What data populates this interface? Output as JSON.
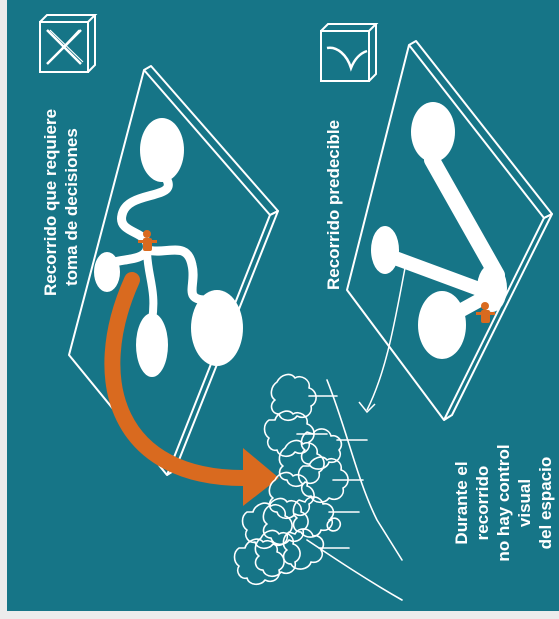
{
  "left_panel": {
    "title_line1": "Recorrido que requiere",
    "title_line2": "toma de decisiones",
    "icon": "x-icon"
  },
  "right_panel": {
    "title": "Recorrido predecible",
    "icon": "check-icon"
  },
  "note": {
    "line1": "Durante el",
    "line2": "recorrido",
    "line3": "no hay control",
    "line4": "visual",
    "line5": "del espacio"
  },
  "colors": {
    "background": "#167587",
    "outline": "#ffffff",
    "accent": "#d96a1f"
  }
}
